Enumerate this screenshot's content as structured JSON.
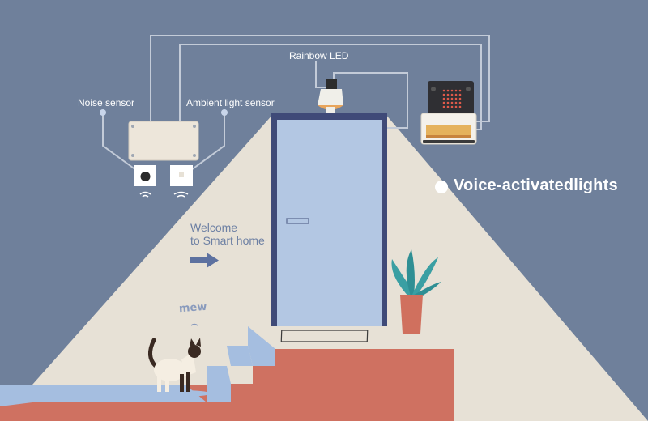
{
  "labels": {
    "rainbow_led": "Rainbow LED",
    "noise_sensor": "Noise sensor",
    "ambient_light_sensor": "Ambient light sensor",
    "headline": "Voice-activatedlights",
    "welcome_line1": "Welcome",
    "welcome_line2": "to Smart home",
    "mew": "mew"
  },
  "colors": {
    "background": "#6f809b",
    "light_beam": "#e7e1d6",
    "door": "#b3c7e3",
    "door_frame": "#3f4a78",
    "stairs_red": "#cf7161",
    "stairs_blue": "#a5bee0",
    "plant_pot": "#d0705e",
    "plant_leaves": "#3a9fa3",
    "wire": "#c3cbd8",
    "text_light": "#ffffff",
    "text_welcome": "#6c7fa3"
  },
  "icons": {
    "microbit": "microbit-board-icon",
    "led_bulb": "rainbow-led-bulb-icon",
    "noise": "noise-sensor-icon",
    "light": "ambient-light-sensor-icon",
    "cat": "cat-icon",
    "arrow": "right-arrow-icon",
    "plant": "potted-plant-icon"
  }
}
